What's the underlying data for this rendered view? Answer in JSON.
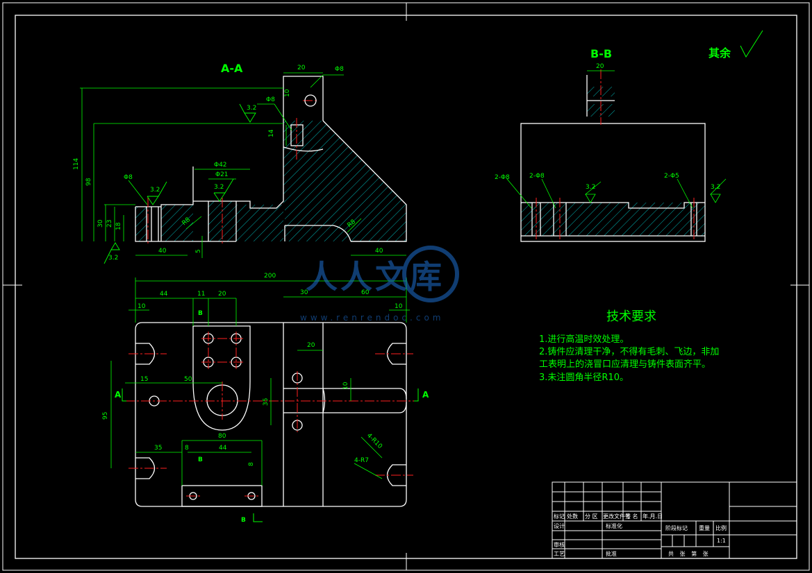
{
  "views": {
    "section_aa": {
      "title": "A-A",
      "dims": {
        "top_width": "20",
        "hole_dia": "Φ8",
        "hole_offset": "10",
        "slot_depth": "14",
        "slot_dia": "Φ8",
        "counterbore_outer": "Φ42",
        "counterbore_inner": "Φ21",
        "left_hole": "Φ8",
        "total_height": "114",
        "mid_height": "98",
        "base_h1": "30",
        "base_h2": "23",
        "base_h3": "18",
        "left_len": "40",
        "right_len": "40",
        "chamfer": "5",
        "fillet": "R8",
        "fillet2": "R8"
      },
      "roughness": [
        "3.2",
        "3.2",
        "3.2",
        "3.2"
      ]
    },
    "section_bb": {
      "title": "B-B",
      "dims": {
        "top_width": "20",
        "holes1": "2-Φ8",
        "holes2": "2-Φ8",
        "holes3": "2-Φ5"
      },
      "roughness": [
        "3.2",
        "3.2"
      ]
    },
    "plan": {
      "dims": {
        "total_width": "200",
        "d44": "44",
        "d11": "11",
        "d20": "20",
        "d10a": "10",
        "d30": "30",
        "d60": "60",
        "d10b": "10",
        "d20b": "20",
        "d15": "15",
        "d50": "50",
        "d95": "95",
        "d35": "35",
        "d10c": "10",
        "d35b": "35",
        "d80": "80",
        "d8a": "8",
        "d44b": "44",
        "d8b": "8",
        "r10": "4-R10",
        "r7": "4-R7"
      },
      "labels": {
        "a_left": "A",
        "a_right": "A",
        "b_top": "B",
        "b_mid": "B",
        "b_bottom": "B"
      }
    }
  },
  "roughness_note": {
    "label": "其余"
  },
  "watermark": {
    "text": "人人文库",
    "url": "www.renrendoc.com"
  },
  "tech_requirements": {
    "title": "技术要求",
    "items": [
      "1.进行高温时效处理。",
      "2.铸件应清理干净，不得有毛刺、飞边，非加",
      "工表明上的浇冒口应清理与铸件表面齐平。",
      "3.未注圆角半径R10。"
    ]
  },
  "title_block": {
    "row_headers": [
      "标记",
      "处数",
      "分 区",
      "更改文件号",
      "签 名",
      "年.月.日"
    ],
    "design": "设计",
    "standard": "标准化",
    "review": "审核",
    "process": "工艺",
    "approve": "批准",
    "stage_mark": "阶段标记",
    "weight": "重量",
    "scale": "比例",
    "scale_value": "1:1",
    "sheets": "共 张 第 张"
  },
  "colors": {
    "line": "#ffffff",
    "hatch": "#00c8c8",
    "dim": "#00ff00",
    "center": "#ff2020",
    "text": "#00ff00",
    "watermark": "#1e6fd0"
  }
}
